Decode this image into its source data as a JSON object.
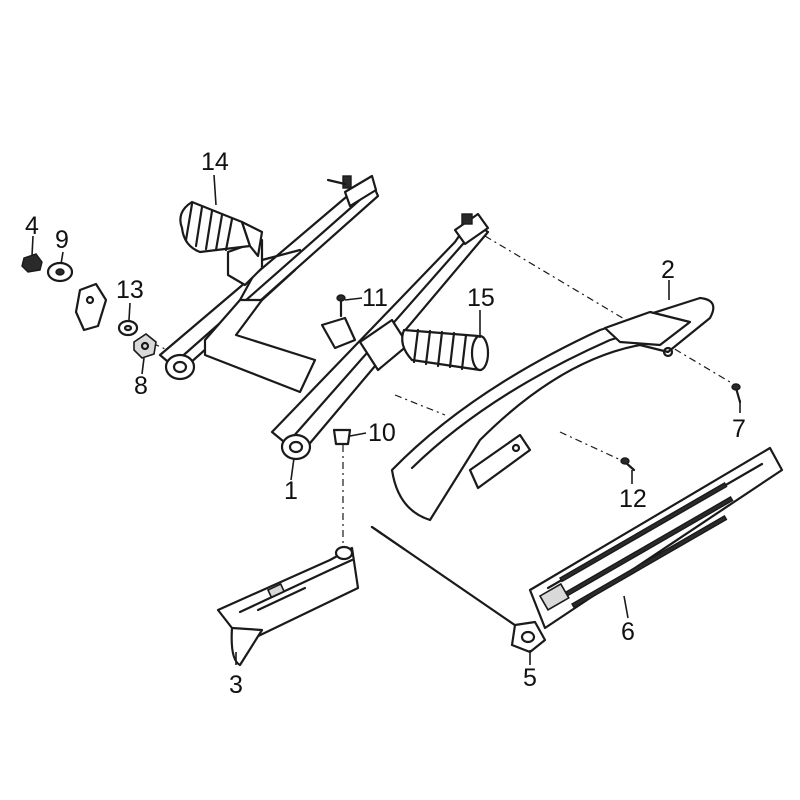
{
  "callouts": [
    {
      "id": "p1",
      "label": "1"
    },
    {
      "id": "p2",
      "label": "2"
    },
    {
      "id": "p3",
      "label": "3"
    },
    {
      "id": "p4",
      "label": "4"
    },
    {
      "id": "p5",
      "label": "5"
    },
    {
      "id": "p6",
      "label": "6"
    },
    {
      "id": "p7",
      "label": "7"
    },
    {
      "id": "p8",
      "label": "8"
    },
    {
      "id": "p9",
      "label": "9"
    },
    {
      "id": "p10",
      "label": "10"
    },
    {
      "id": "p11",
      "label": "11"
    },
    {
      "id": "p12",
      "label": "12"
    },
    {
      "id": "p13",
      "label": "13"
    },
    {
      "id": "p14",
      "label": "14"
    },
    {
      "id": "p15",
      "label": "15"
    }
  ]
}
